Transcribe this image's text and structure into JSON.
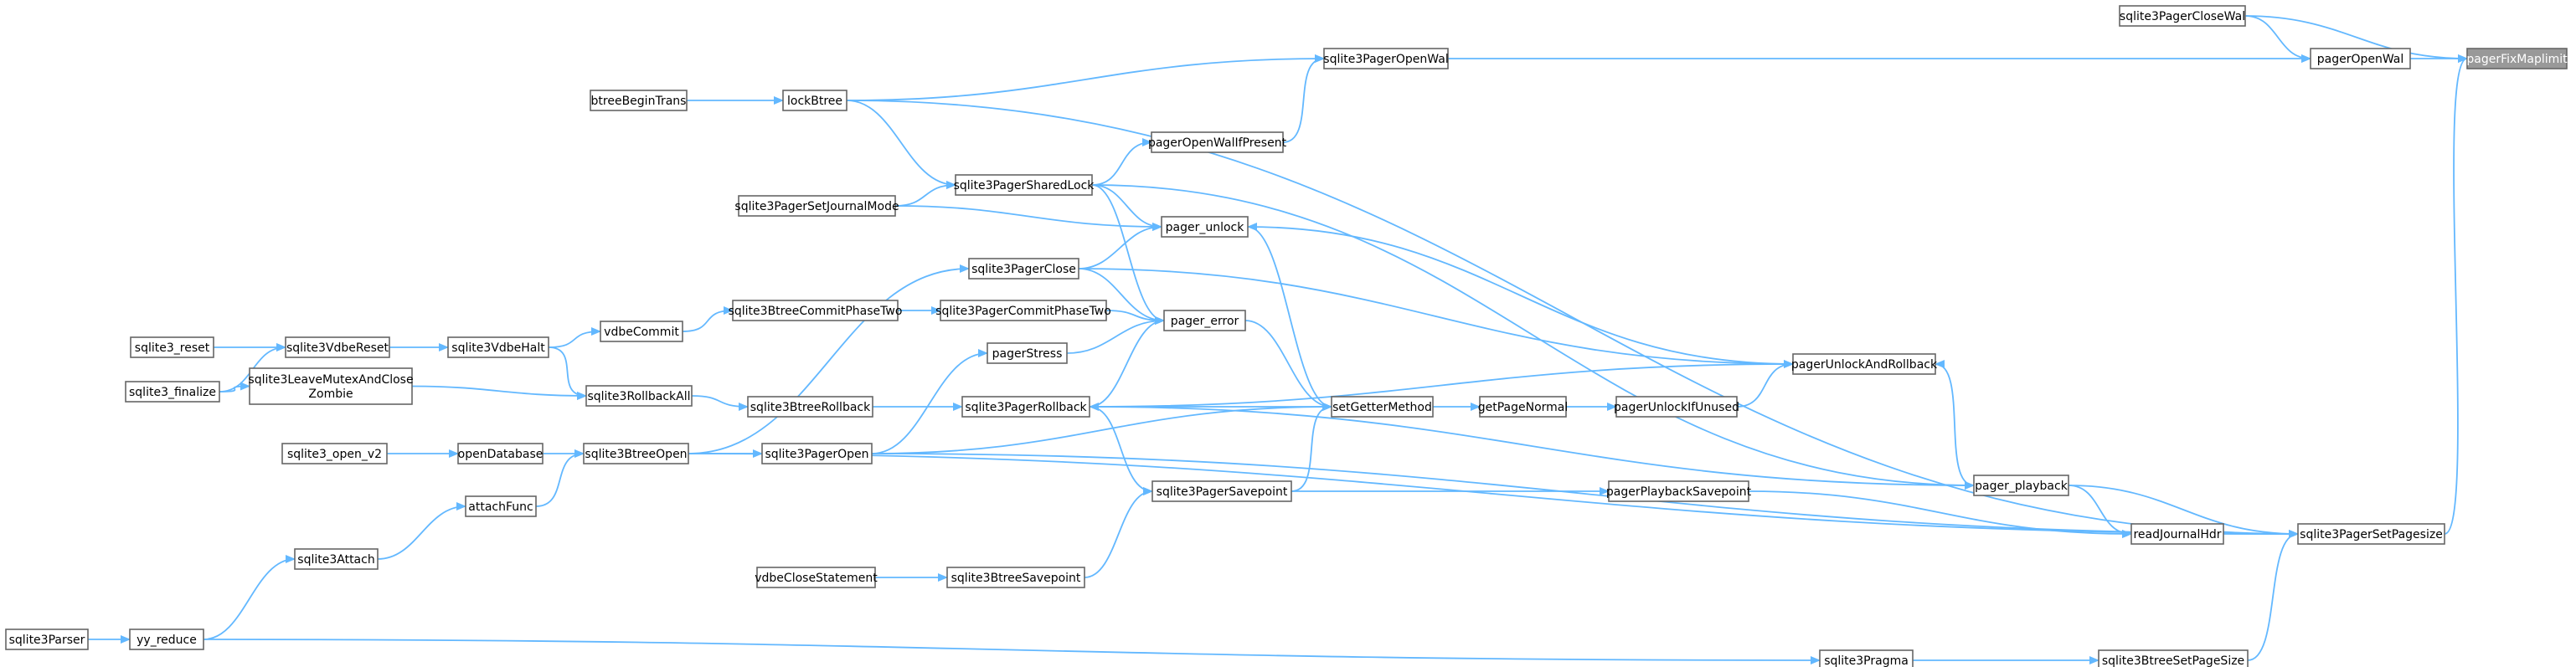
{
  "nodes": [
    {
      "id": "pagerFixMaplimit",
      "label": "pagerFixMaplimit",
      "root": true
    },
    {
      "id": "sqlite3PagerCloseWal",
      "label": "sqlite3PagerCloseWal"
    },
    {
      "id": "pagerOpenWal",
      "label": "pagerOpenWal"
    },
    {
      "id": "sqlite3PagerOpenWal",
      "label": "sqlite3PagerOpenWal"
    },
    {
      "id": "lockBtree",
      "label": "lockBtree"
    },
    {
      "id": "btreeBeginTrans",
      "label": "btreeBeginTrans"
    },
    {
      "id": "pagerOpenWalIfPresent",
      "label": "pagerOpenWalIfPresent"
    },
    {
      "id": "sqlite3PagerSharedLock",
      "label": "sqlite3PagerSharedLock"
    },
    {
      "id": "sqlite3PagerSetJournalMode",
      "label": "sqlite3PagerSetJournalMode"
    },
    {
      "id": "pager_unlock",
      "label": "pager_unlock"
    },
    {
      "id": "sqlite3PagerClose",
      "label": "sqlite3PagerClose"
    },
    {
      "id": "sqlite3PagerCommitPhaseTwo",
      "label": "sqlite3PagerCommitPhaseTwo"
    },
    {
      "id": "sqlite3BtreeCommitPhaseTwo",
      "label": "sqlite3BtreeCommitPhaseTwo"
    },
    {
      "id": "vdbeCommit",
      "label": "vdbeCommit"
    },
    {
      "id": "sqlite3VdbeHalt",
      "label": "sqlite3VdbeHalt"
    },
    {
      "id": "sqlite3VdbeReset",
      "label": "sqlite3VdbeReset"
    },
    {
      "id": "sqlite3_reset",
      "label": "sqlite3_reset"
    },
    {
      "id": "sqlite3_finalize",
      "label": "sqlite3_finalize"
    },
    {
      "id": "sqlite3LeaveMutexAndCloseZombie",
      "label": "sqlite3LeaveMutexAndClose\nZombie"
    },
    {
      "id": "sqlite3RollbackAll",
      "label": "sqlite3RollbackAll"
    },
    {
      "id": "sqlite3BtreeRollback",
      "label": "sqlite3BtreeRollback"
    },
    {
      "id": "pager_error",
      "label": "pager_error"
    },
    {
      "id": "pagerStress",
      "label": "pagerStress"
    },
    {
      "id": "sqlite3PagerRollback",
      "label": "sqlite3PagerRollback"
    },
    {
      "id": "pagerUnlockAndRollback",
      "label": "pagerUnlockAndRollback"
    },
    {
      "id": "setGetterMethod",
      "label": "setGetterMethod"
    },
    {
      "id": "getPageNormal",
      "label": "getPageNormal"
    },
    {
      "id": "pagerUnlockIfUnused",
      "label": "pagerUnlockIfUnused"
    },
    {
      "id": "sqlite3_open_v2",
      "label": "sqlite3_open_v2"
    },
    {
      "id": "openDatabase",
      "label": "openDatabase"
    },
    {
      "id": "sqlite3BtreeOpen",
      "label": "sqlite3BtreeOpen"
    },
    {
      "id": "sqlite3PagerOpen",
      "label": "sqlite3PagerOpen"
    },
    {
      "id": "attachFunc",
      "label": "attachFunc"
    },
    {
      "id": "sqlite3PagerSavepoint",
      "label": "sqlite3PagerSavepoint"
    },
    {
      "id": "pagerPlaybackSavepoint",
      "label": "pagerPlaybackSavepoint"
    },
    {
      "id": "pager_playback",
      "label": "pager_playback"
    },
    {
      "id": "readJournalHdr",
      "label": "readJournalHdr"
    },
    {
      "id": "sqlite3PagerSetPagesize",
      "label": "sqlite3PagerSetPagesize"
    },
    {
      "id": "sqlite3Attach",
      "label": "sqlite3Attach"
    },
    {
      "id": "vdbeCloseStatement",
      "label": "vdbeCloseStatement"
    },
    {
      "id": "sqlite3BtreeSavepoint",
      "label": "sqlite3BtreeSavepoint"
    },
    {
      "id": "sqlite3Parser",
      "label": "sqlite3Parser"
    },
    {
      "id": "yy_reduce",
      "label": "yy_reduce"
    },
    {
      "id": "sqlite3Pragma",
      "label": "sqlite3Pragma"
    },
    {
      "id": "sqlite3BtreeSetPageSize",
      "label": "sqlite3BtreeSetPageSize"
    }
  ],
  "edges": [
    [
      "sqlite3PagerCloseWal",
      "pagerFixMaplimit"
    ],
    [
      "pagerOpenWal",
      "pagerFixMaplimit"
    ],
    [
      "sqlite3PagerSetPagesize",
      "pagerFixMaplimit"
    ],
    [
      "sqlite3PagerCloseWal",
      "pagerOpenWal"
    ],
    [
      "sqlite3PagerOpenWal",
      "pagerOpenWal"
    ],
    [
      "lockBtree",
      "sqlite3PagerOpenWal"
    ],
    [
      "pagerOpenWalIfPresent",
      "sqlite3PagerOpenWal"
    ],
    [
      "btreeBeginTrans",
      "lockBtree"
    ],
    [
      "lockBtree",
      "sqlite3PagerSetPagesize"
    ],
    [
      "sqlite3PagerSharedLock",
      "pagerOpenWalIfPresent"
    ],
    [
      "lockBtree",
      "sqlite3PagerSharedLock"
    ],
    [
      "sqlite3PagerSetJournalMode",
      "sqlite3PagerSharedLock"
    ],
    [
      "sqlite3PagerSharedLock",
      "pager_playback"
    ],
    [
      "sqlite3PagerSharedLock",
      "pager_unlock"
    ],
    [
      "sqlite3PagerSharedLock",
      "pager_error"
    ],
    [
      "sqlite3PagerSetJournalMode",
      "pager_unlock"
    ],
    [
      "sqlite3PagerClose",
      "pager_unlock"
    ],
    [
      "pagerUnlockAndRollback",
      "pager_unlock"
    ],
    [
      "pager_unlock",
      "setGetterMethod"
    ],
    [
      "sqlite3PagerClose",
      "pager_error"
    ],
    [
      "sqlite3PagerClose",
      "pagerUnlockAndRollback"
    ],
    [
      "sqlite3PagerCommitPhaseTwo",
      "pager_error"
    ],
    [
      "pagerStress",
      "pager_error"
    ],
    [
      "sqlite3PagerRollback",
      "pager_error"
    ],
    [
      "pager_error",
      "setGetterMethod"
    ],
    [
      "sqlite3BtreeCommitPhaseTwo",
      "sqlite3PagerCommitPhaseTwo"
    ],
    [
      "vdbeCommit",
      "sqlite3BtreeCommitPhaseTwo"
    ],
    [
      "sqlite3VdbeHalt",
      "vdbeCommit"
    ],
    [
      "sqlite3VdbeReset",
      "sqlite3VdbeHalt"
    ],
    [
      "sqlite3_reset",
      "sqlite3VdbeReset"
    ],
    [
      "sqlite3_finalize",
      "sqlite3VdbeReset"
    ],
    [
      "sqlite3_finalize",
      "sqlite3LeaveMutexAndCloseZombie"
    ],
    [
      "sqlite3VdbeHalt",
      "sqlite3RollbackAll"
    ],
    [
      "sqlite3LeaveMutexAndCloseZombie",
      "sqlite3RollbackAll"
    ],
    [
      "sqlite3RollbackAll",
      "sqlite3BtreeRollback"
    ],
    [
      "sqlite3BtreeRollback",
      "sqlite3PagerRollback"
    ],
    [
      "pagerUnlockAndRollback",
      "sqlite3PagerRollback"
    ],
    [
      "sqlite3PagerRollback",
      "setGetterMethod"
    ],
    [
      "sqlite3PagerRollback",
      "sqlite3PagerSavepoint"
    ],
    [
      "sqlite3PagerRollback",
      "pager_playback"
    ],
    [
      "sqlite3PagerOpen",
      "pagerStress"
    ],
    [
      "sqlite3PagerOpen",
      "setGetterMethod"
    ],
    [
      "sqlite3PagerOpen",
      "sqlite3PagerSetPagesize"
    ],
    [
      "sqlite3BtreeOpen",
      "sqlite3PagerOpen"
    ],
    [
      "sqlite3BtreeOpen",
      "sqlite3PagerClose"
    ],
    [
      "sqlite3BtreeOpen",
      "sqlite3PagerSetPagesize"
    ],
    [
      "openDatabase",
      "sqlite3BtreeOpen"
    ],
    [
      "attachFunc",
      "sqlite3BtreeOpen"
    ],
    [
      "sqlite3_open_v2",
      "openDatabase"
    ],
    [
      "sqlite3Attach",
      "attachFunc"
    ],
    [
      "yy_reduce",
      "sqlite3Attach"
    ],
    [
      "sqlite3Parser",
      "yy_reduce"
    ],
    [
      "yy_reduce",
      "sqlite3Pragma"
    ],
    [
      "sqlite3Pragma",
      "sqlite3BtreeSetPageSize"
    ],
    [
      "sqlite3BtreeSetPageSize",
      "sqlite3PagerSetPagesize"
    ],
    [
      "setGetterMethod",
      "getPageNormal"
    ],
    [
      "getPageNormal",
      "pagerUnlockIfUnused"
    ],
    [
      "pagerUnlockIfUnused",
      "pagerUnlockAndRollback"
    ],
    [
      "pager_playback",
      "pagerUnlockAndRollback"
    ],
    [
      "sqlite3PagerSavepoint",
      "setGetterMethod"
    ],
    [
      "sqlite3PagerSavepoint",
      "pagerPlaybackSavepoint"
    ],
    [
      "pagerPlaybackSavepoint",
      "readJournalHdr"
    ],
    [
      "pager_playback",
      "readJournalHdr"
    ],
    [
      "readJournalHdr",
      "sqlite3PagerSetPagesize"
    ],
    [
      "pager_playback",
      "sqlite3PagerSetPagesize"
    ],
    [
      "vdbeCloseStatement",
      "sqlite3BtreeSavepoint"
    ],
    [
      "sqlite3BtreeSavepoint",
      "sqlite3PagerSavepoint"
    ]
  ]
}
